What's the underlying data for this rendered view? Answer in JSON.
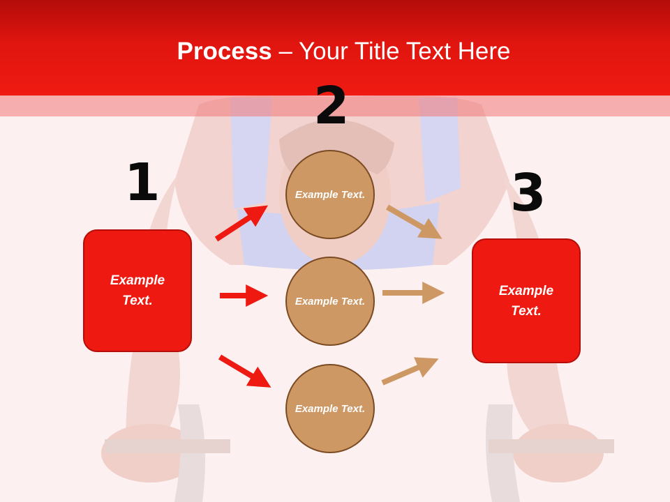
{
  "slide": {
    "title_bold": "Process",
    "title_rest": " – Your Title Text Here"
  },
  "numbers": {
    "n1": "1",
    "n2": "2",
    "n3": "3"
  },
  "left_box": {
    "label": "Example Text."
  },
  "right_box": {
    "label": "Example Text."
  },
  "circles": [
    {
      "label": "Example Text."
    },
    {
      "label": "Example Text."
    },
    {
      "label": "Example Text."
    }
  ],
  "colors": {
    "header_red": "#ef1b12",
    "box_red": "#ee1a12",
    "circle_tan": "#cd9864",
    "arrow_red": "#ee1a12",
    "arrow_tan": "#cd9864"
  },
  "background_image": "faded photo of athlete gripping parallel bars"
}
